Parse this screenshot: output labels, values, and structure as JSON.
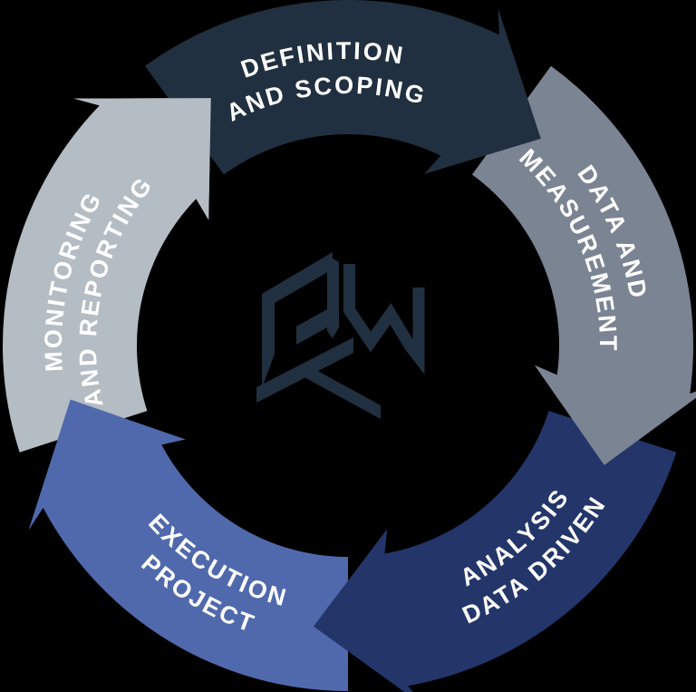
{
  "diagram": {
    "type": "cycle-process-diagram",
    "background_color": "#000000",
    "label_text_color": "#ffffff",
    "segments": [
      {
        "id": "definition-and-scoping",
        "label_line1": "DEFINITION",
        "label_line2": "AND SCOPING",
        "color": "#213040",
        "tail_deg": -36,
        "flipped": false
      },
      {
        "id": "data-and-measurement",
        "label_line1": "DATA AND",
        "label_line2": "MEASUREMENT",
        "color": "#7b8492",
        "tail_deg": 36,
        "flipped": false
      },
      {
        "id": "data-driven-analysis",
        "label_line1": "DATA DRIVEN",
        "label_line2": "ANALYSIS",
        "color": "#233569",
        "tail_deg": 108,
        "flipped": true
      },
      {
        "id": "project-execution",
        "label_line1": "PROJECT",
        "label_line2": "EXECUTION",
        "color": "#4f69ac",
        "tail_deg": 180,
        "flipped": true
      },
      {
        "id": "monitoring-and-reporting",
        "label_line1": "MONITORING",
        "label_line2": "AND REPORTING",
        "color": "#b4bcc4",
        "tail_deg": 252,
        "flipped": false
      }
    ],
    "center_logo": {
      "monogram": "GWT",
      "color": "#213040"
    }
  }
}
